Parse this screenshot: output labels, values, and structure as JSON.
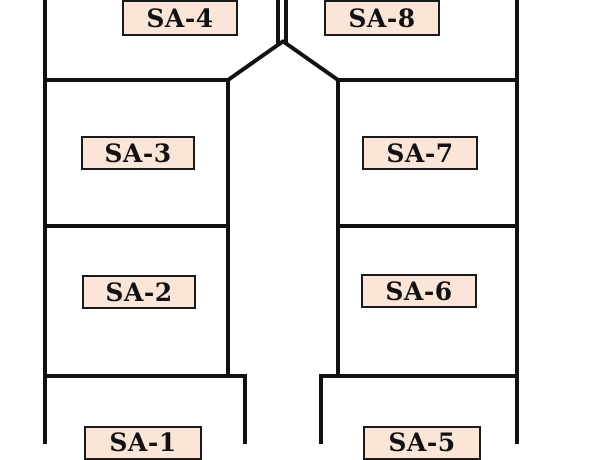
{
  "zones": [
    {
      "id": "sa-1",
      "label": "SA-1"
    },
    {
      "id": "sa-2",
      "label": "SA-2"
    },
    {
      "id": "sa-3",
      "label": "SA-3"
    },
    {
      "id": "sa-4",
      "label": "SA-4"
    },
    {
      "id": "sa-5",
      "label": "SA-5"
    },
    {
      "id": "sa-6",
      "label": "SA-6"
    },
    {
      "id": "sa-7",
      "label": "SA-7"
    },
    {
      "id": "sa-8",
      "label": "SA-8"
    }
  ],
  "colors": {
    "wall": "#111111",
    "label_fill": "#fbe5d6",
    "label_border": "#1a1a1a",
    "background": "#ffffff"
  }
}
